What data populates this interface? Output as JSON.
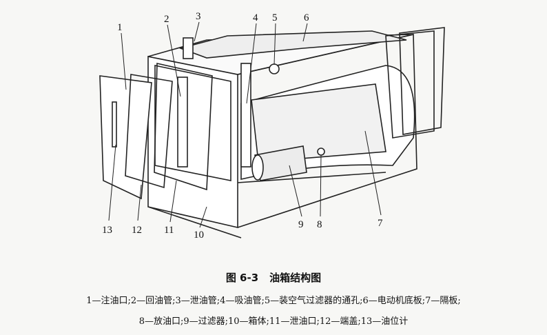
{
  "figure": {
    "number": "图 6-3",
    "title": "油箱结构图",
    "labels": [
      "1",
      "2",
      "3",
      "4",
      "5",
      "6",
      "7",
      "8",
      "9",
      "10",
      "11",
      "12",
      "13"
    ],
    "legend_line1": "1—注油口;2—回油管;3—泄油管;4—吸油管;5—装空气过滤器的通孔;6—电动机底板;7—隔板;",
    "legend_line2": "8—放油口;9—过滤器;10—箱体;11—泄油口;12—端盖;13—油位计"
  }
}
